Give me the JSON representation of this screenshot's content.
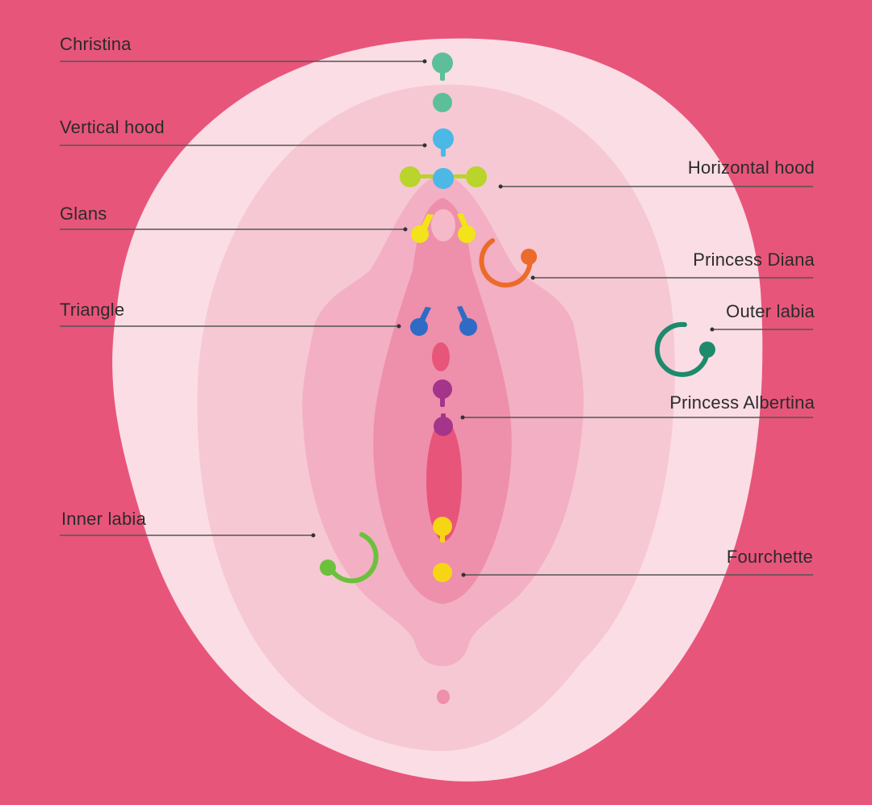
{
  "colors": {
    "background": "#e8557a",
    "outer_skin": "#fbdde5",
    "mid_skin": "#f6c8d4",
    "outer_labia": "#f3afc3",
    "inner_labia": "#ee8fab",
    "vestibule": "#e8557a",
    "leader_line": "#555555"
  },
  "labels": {
    "christina": "Christina",
    "vertical_hood": "Vertical hood",
    "horizontal_hood": "Horizontal hood",
    "glans": "Glans",
    "princess_diana": "Princess Diana",
    "triangle": "Triangle",
    "outer_labia": "Outer labia",
    "princess_albertina": "Princess Albertina",
    "inner_labia": "Inner labia",
    "fourchette": "Fourchette"
  },
  "piercing_colors": {
    "christina": "#5cbf9a",
    "vertical_hood": "#4bb8e6",
    "horizontal_hood": "#b9d42a",
    "glans": "#f2e31a",
    "princess_diana": "#ec6b2a",
    "triangle": "#2f6bc4",
    "outer_labia": "#1d8a6c",
    "princess_albertina": "#a4358a",
    "inner_labia": "#6cc13c",
    "fourchette": "#f6d514"
  }
}
